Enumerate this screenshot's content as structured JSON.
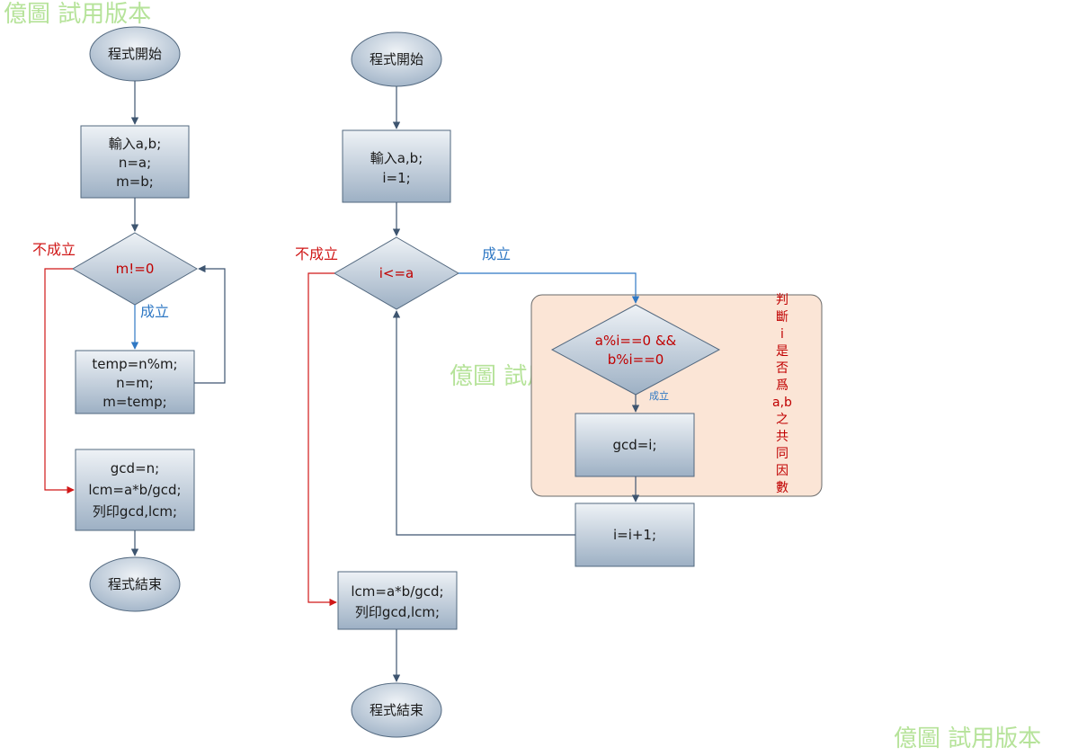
{
  "watermark": "億圖 試用版本",
  "left_flow": {
    "start": "程式開始",
    "input": [
      "輸入a,b;",
      "n=a;",
      "m=b;"
    ],
    "condition": "m!=0",
    "no_label": "不成立",
    "yes_label": "成立",
    "loop_body": [
      "temp=n%m;",
      "n=m;",
      "m=temp;"
    ],
    "result": [
      "gcd=n;",
      "lcm=a*b/gcd;",
      "列印gcd,lcm;"
    ],
    "end": "程式結束"
  },
  "right_flow": {
    "start": "程式開始",
    "input": [
      "輸入a,b;",
      "i=1;"
    ],
    "condition": "i<=a",
    "no_label": "不成立",
    "yes_label": "成立",
    "inner_condition": [
      "a%i==0 &&",
      "b%i==0"
    ],
    "inner_yes_label": "成立",
    "inner_assign": "gcd=i;",
    "increment": "i=i+1;",
    "result": [
      "lcm=a*b/gcd;",
      "列印gcd,lcm;"
    ],
    "end": "程式結束",
    "note_lines": [
      "判",
      "斷",
      "i",
      "是",
      "否",
      "爲",
      "a,b",
      "之",
      "共",
      "同",
      "因",
      "數"
    ]
  },
  "colors": {
    "shape_top": "#e9eef3",
    "shape_bottom": "#9fb2c6",
    "edge": "#3e5570",
    "yes": "#2f78c4",
    "no": "#d01818",
    "group_fill": "#fbe5d6",
    "watermark": "#b6e39a"
  }
}
